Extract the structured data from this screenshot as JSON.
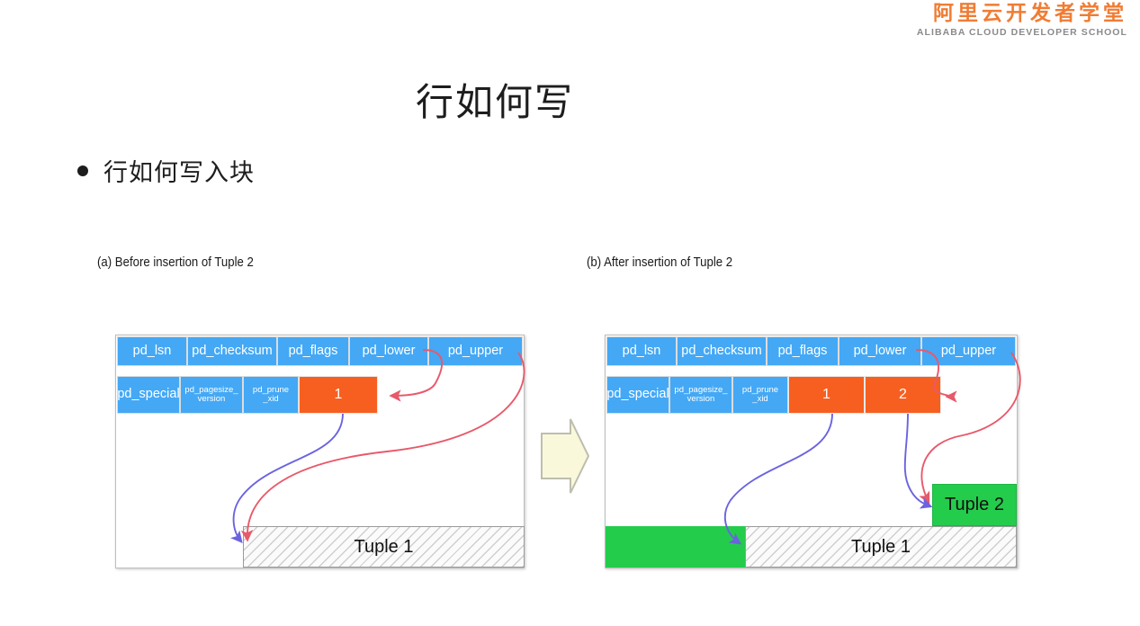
{
  "brand": {
    "chinese": "阿里云开发者学堂",
    "english": "ALIBABA CLOUD DEVELOPER SCHOOL",
    "accent_color": "#F07C33",
    "subtitle_color": "#8A8A8A"
  },
  "slide": {
    "title": "行如何写",
    "bullet": "行如何写入块"
  },
  "figures": {
    "caption_a": "(a) Before insertion of Tuple 2",
    "caption_b": "(b) After insertion of Tuple 2"
  },
  "colors": {
    "header_blue": "#44A8F5",
    "pointer_orange": "#F75F20",
    "free_space_green": "#24CC4C",
    "panel_border": "#BDBDBD",
    "red_arrow": "#E8596A",
    "blue_arrow": "#6B63E0",
    "transition_fill": "#FAF7D8",
    "tuple_hatch": "#CFCFCF"
  },
  "page_header": {
    "row1": [
      "pd_lsn",
      "pd_checksum",
      "pd_flags",
      "pd_lower",
      "pd_upper"
    ],
    "row2": [
      "pd_special",
      "pd_pagesize_\nversion",
      "pd_prune\n_xid"
    ]
  },
  "panel_before": {
    "line_pointers": [
      "1"
    ],
    "tuples": [
      {
        "label": "Tuple 1",
        "style": "hatched"
      }
    ],
    "free_space_blocks": []
  },
  "panel_after": {
    "line_pointers": [
      "1",
      "2"
    ],
    "tuples": [
      {
        "label": "Tuple 1",
        "style": "hatched"
      },
      {
        "label": "Tuple 2",
        "style": "green"
      }
    ],
    "free_space_blocks": [
      {
        "name": "free-space-green"
      }
    ]
  },
  "transition": {
    "icon": "right-block-arrow"
  }
}
